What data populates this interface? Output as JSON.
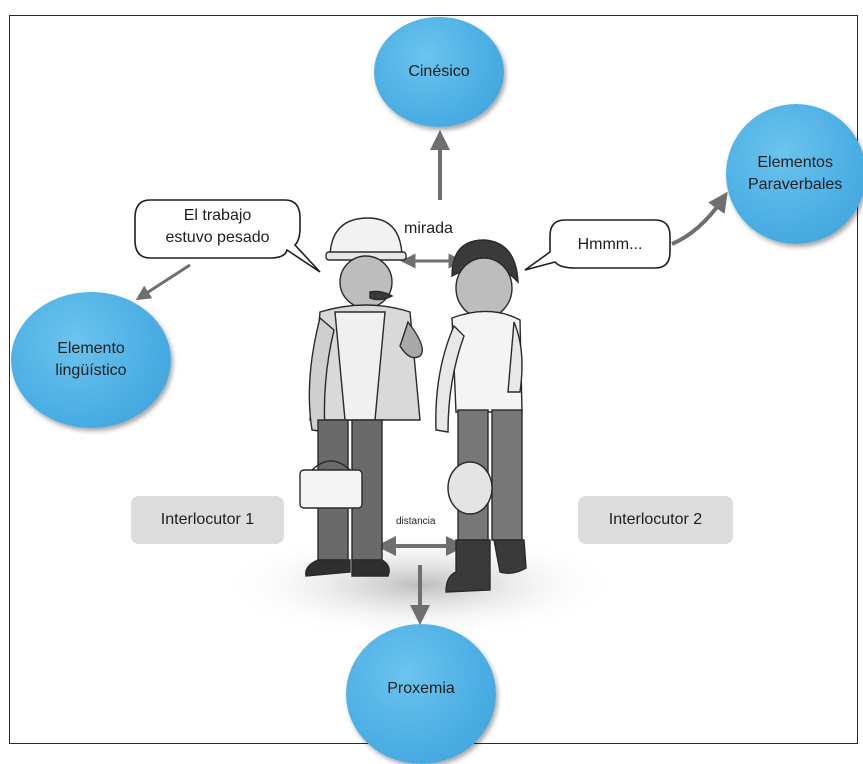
{
  "nodes": {
    "cinesico": "Cinésico",
    "paraverbales_line1": "Elementos",
    "paraverbales_line2": "Paraverbales",
    "linguistico_line1": "Elemento",
    "linguistico_line2": "lingüístico",
    "proxemia": "Proxemia"
  },
  "bubbles": {
    "speaker1_line1": "El trabajo",
    "speaker1_line2": "estuvo pesado",
    "speaker2": "Hmmm..."
  },
  "labels": {
    "gaze": "mirada",
    "distance": "distancia",
    "interlocutor1": "Interlocutor 1",
    "interlocutor2": "Interlocutor 2"
  },
  "colors": {
    "node_fill": "#4aaee4",
    "label_box": "#dcdcdc",
    "arrow": "#6f6f6f"
  }
}
